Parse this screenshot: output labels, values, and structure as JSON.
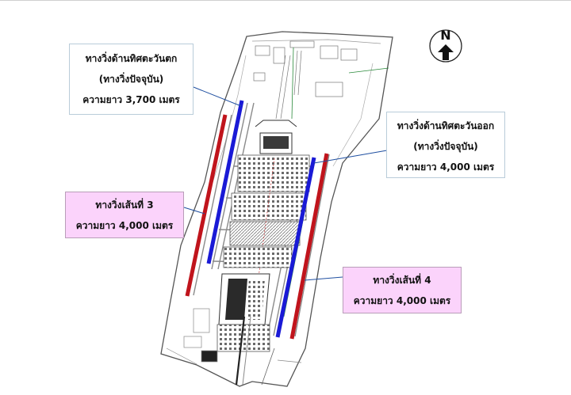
{
  "north": {
    "label": "N",
    "icon": "north-arrow-icon"
  },
  "callouts": {
    "west_runway": {
      "line1": "ทางวิ่งด้านทิศตะวันตก",
      "line2": "(ทางวิ่งปัจจุบัน)",
      "line3": "ความยาว 3,700 เมตร"
    },
    "east_runway": {
      "line1": "ทางวิ่งด้านทิศตะวันออก",
      "line2": "(ทางวิ่งปัจจุบัน)",
      "line3": "ความยาว 4,000 เมตร"
    },
    "runway_3": {
      "line1": "ทางวิ่งเส้นที่ 3",
      "line2": "ความยาว 4,000 เมตร"
    },
    "runway_4": {
      "line1": "ทางวิ่งเส้นที่ 4",
      "line2": "ความยาว 4,000 เมตร"
    }
  },
  "colors": {
    "existing_runway": "#1a1ad6",
    "new_runway": "#c0141c",
    "callout_existing_bg": "#ffffff",
    "callout_new_bg": "#fbd3fb",
    "leader_line": "#1f4fa0"
  }
}
